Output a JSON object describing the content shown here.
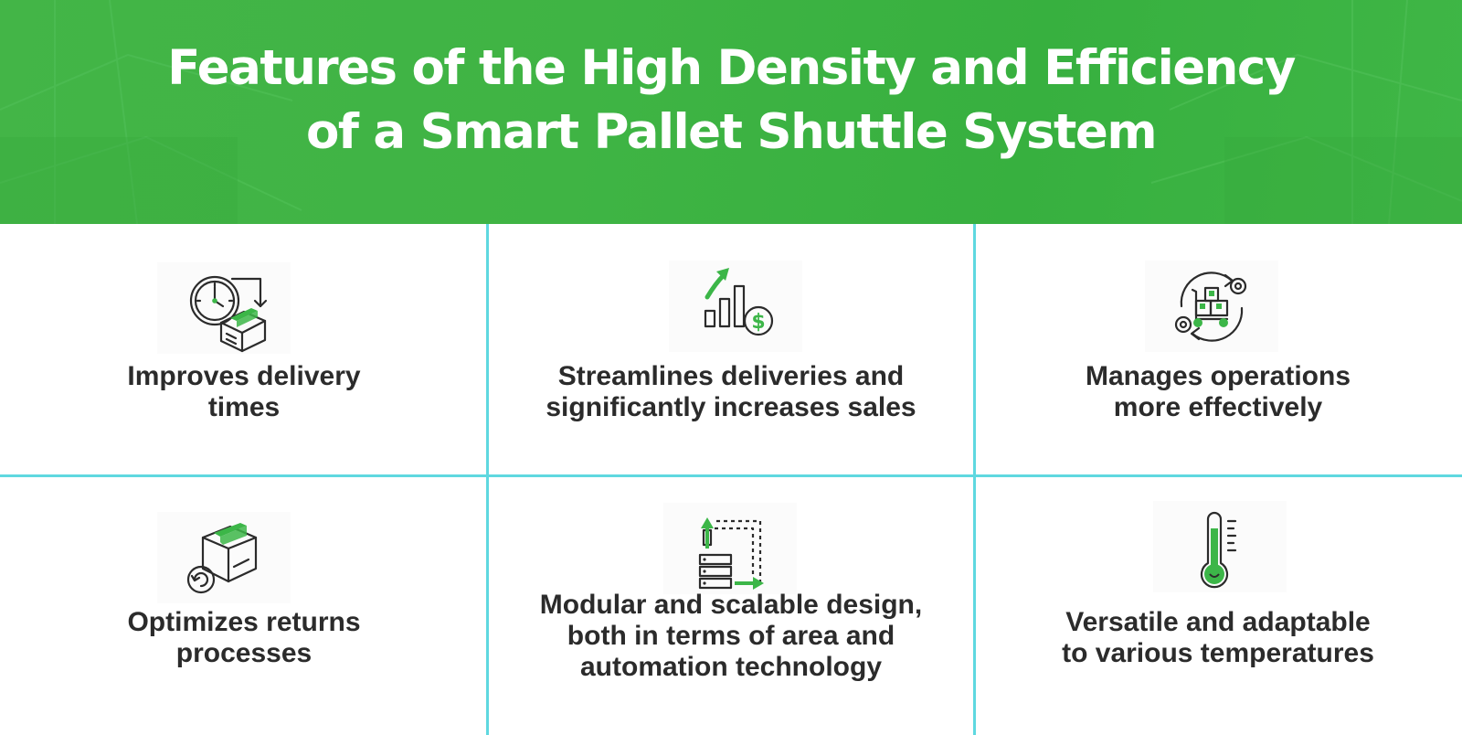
{
  "header": {
    "title_line1": "Features of the High Density and Efficiency",
    "title_line2": "of a Smart Pallet Shuttle System"
  },
  "colors": {
    "header_green": "#3fb444",
    "divider_cyan": "#5fd8e0",
    "icon_green": "#3cb648",
    "text_dark": "#2b2b2b"
  },
  "features": [
    {
      "icon": "clock-delivery-box-icon",
      "line1": "Improves delivery",
      "line2": "times",
      "line3": ""
    },
    {
      "icon": "growth-chart-dollar-icon",
      "line1": "Streamlines deliveries and",
      "line2": "significantly increases sales",
      "line3": ""
    },
    {
      "icon": "hand-truck-gears-icon",
      "line1": "Manages operations",
      "line2": "more effectively",
      "line3": ""
    },
    {
      "icon": "box-return-icon",
      "line1": "Optimizes returns",
      "line2": "processes",
      "line3": ""
    },
    {
      "icon": "modular-stack-arrows-icon",
      "line1": "Modular and scalable design,",
      "line2": "both in terms of area and",
      "line3": "automation technology"
    },
    {
      "icon": "thermometer-icon",
      "line1": "Versatile and adaptable",
      "line2": "to various temperatures",
      "line3": ""
    }
  ]
}
